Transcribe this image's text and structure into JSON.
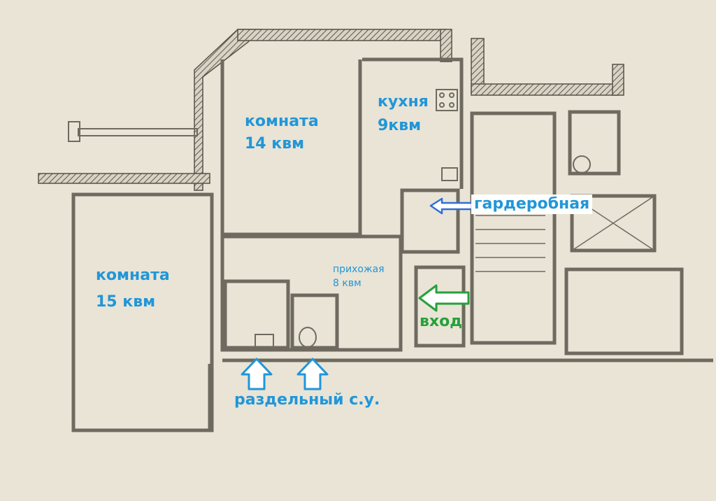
{
  "rooms": {
    "room_14": {
      "name": "комната",
      "area": "14 квм"
    },
    "kitchen": {
      "name": "кухня",
      "area": "9квм"
    },
    "room_15": {
      "name": "комната",
      "area": "15 квм"
    },
    "hallway": {
      "name": "прихожая",
      "area": "8 квм"
    }
  },
  "labels": {
    "wardrobe": "гардеробная",
    "entrance": "вход",
    "bathroom": "раздельный с.у."
  },
  "colors": {
    "paper": "#e9e4d6",
    "wall": "#6e6a60",
    "label_blue": "#2196d8",
    "label_green": "#27a03a",
    "wardrobe_arrow": "#2f6fd6"
  }
}
